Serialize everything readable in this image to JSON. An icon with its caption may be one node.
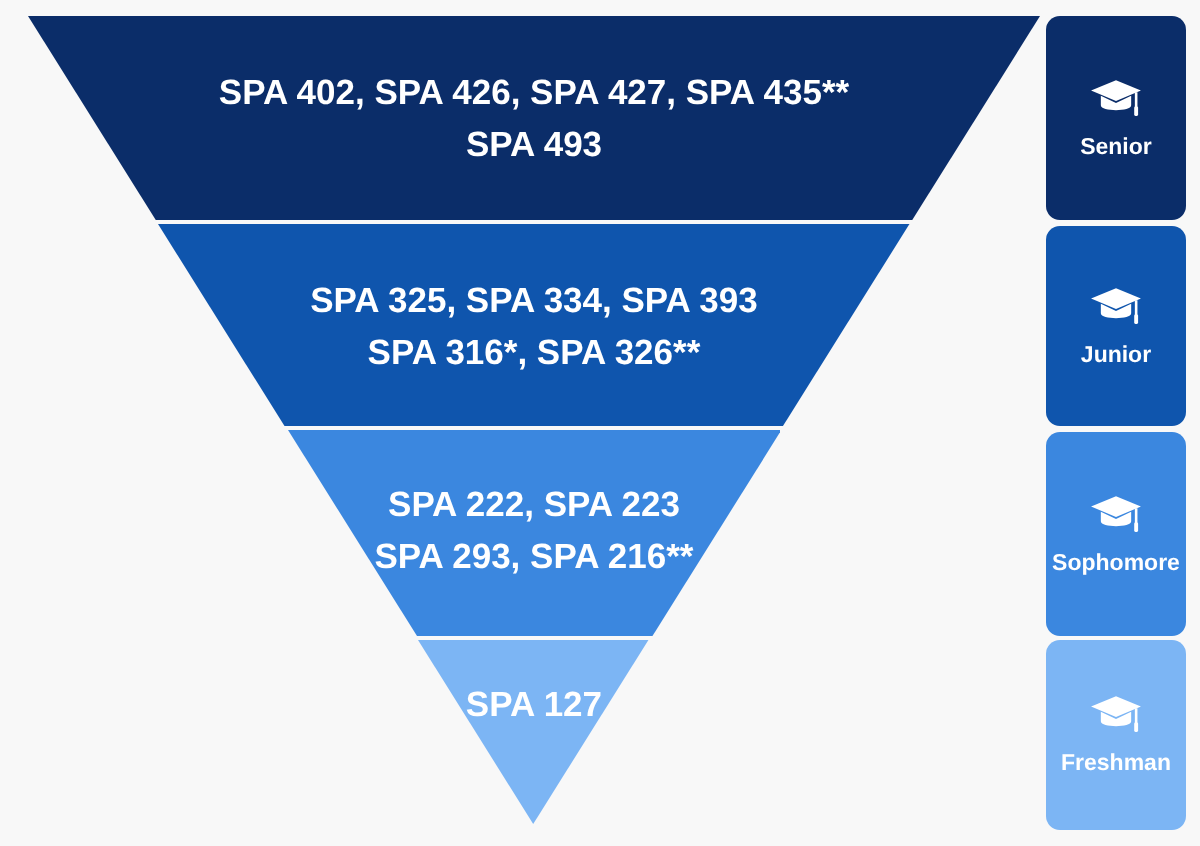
{
  "diagram": {
    "nodes": [
      {
        "text": [
          "SPA 402, SPA 426, SPA 427, SPA 435** SPA 493"
        ]
      },
      {
        "text": [
          "Senior"
        ]
      },
      {
        "text": [
          "SPA 325, SPA 334, SPA 393 SPA 316*, SPA 326**"
        ]
      },
      {
        "text": [
          "Junior"
        ]
      },
      {
        "text": [
          "SPA 222, SPA 223 SPA 293, SPA 216**"
        ]
      },
      {
        "text": [
          "Sophomore"
        ]
      },
      {
        "text": [
          "SPA 127"
        ]
      },
      {
        "text": [
          "Freshman"
        ]
      }
    ]
  }
}
